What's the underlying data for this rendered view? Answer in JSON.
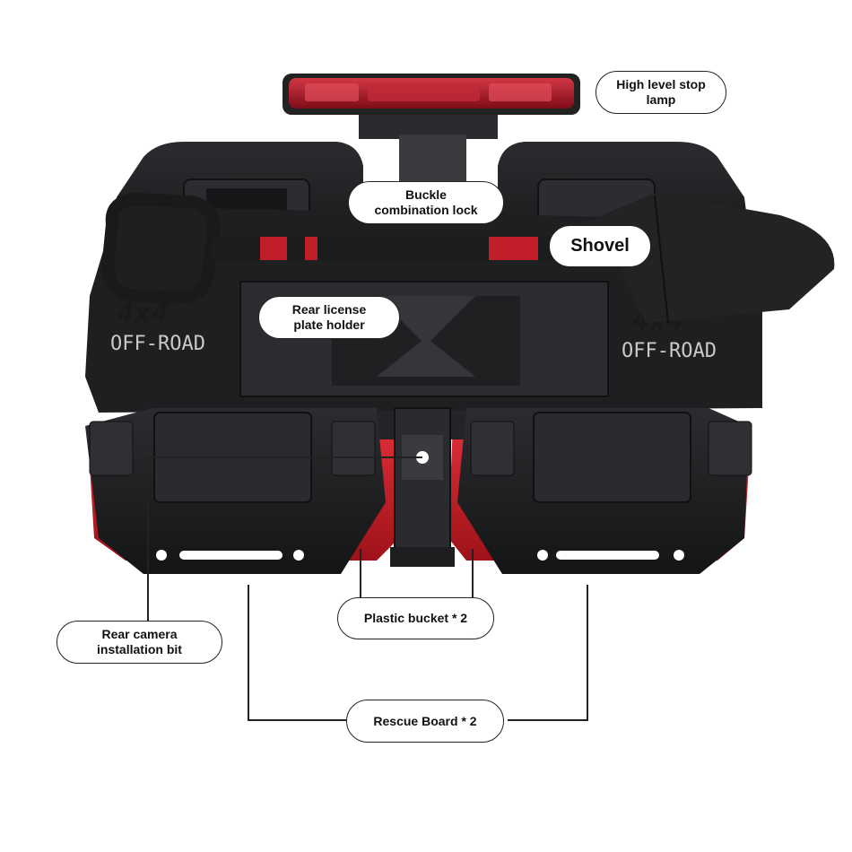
{
  "callouts": {
    "stop_lamp": "High level stop\nlamp",
    "buckle_lock": "Buckle\ncombination lock",
    "shovel": "Shovel",
    "license_plate": "Rear license\nplate holder",
    "camera_bit": "Rear camera\ninstallation bit",
    "plastic_bucket": "Plastic bucket * 2",
    "rescue_board": "Rescue Board * 2"
  },
  "plate_text": {
    "left_logo": "4x4",
    "left_sub": "OFF-ROAD",
    "right_logo": "4x4",
    "right_sub": "OFF-ROAD"
  },
  "colors": {
    "body_black": "#1c1d1f",
    "bucket_red": "#c8202a",
    "lamp_red": "#b2152a",
    "leader_line": "#222222"
  },
  "icons": [
    "shovel-icon",
    "stop-lamp-icon",
    "license-plate-icon",
    "bucket-icon"
  ]
}
